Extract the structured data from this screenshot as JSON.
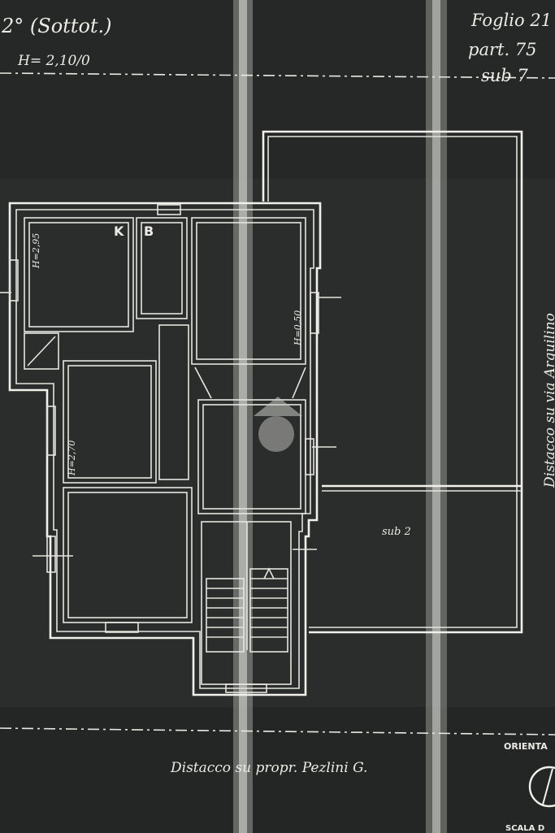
{
  "header": {
    "floor_label": "2° (Sottot.)",
    "height_label": "H= 2,10/0",
    "cadastral": [
      "Foglio 21",
      "part. 75",
      "sub 7"
    ]
  },
  "rooms": {
    "kitchen_letter": "K",
    "bath_letter": "B",
    "h_top_left": "H=2,95",
    "h_middle_left": "H=2,70",
    "h_right": "H=0,50",
    "sub2": "sub 2"
  },
  "side_note": "Distacco su via Arquilino",
  "bottom_note": "Distacco su propr. Pezlini G.",
  "legend": {
    "orientation": "ORIENTA",
    "scale": "SCALA D"
  },
  "colors": {
    "paper": "#2b2d2c",
    "ink": "#f1f0eb"
  }
}
